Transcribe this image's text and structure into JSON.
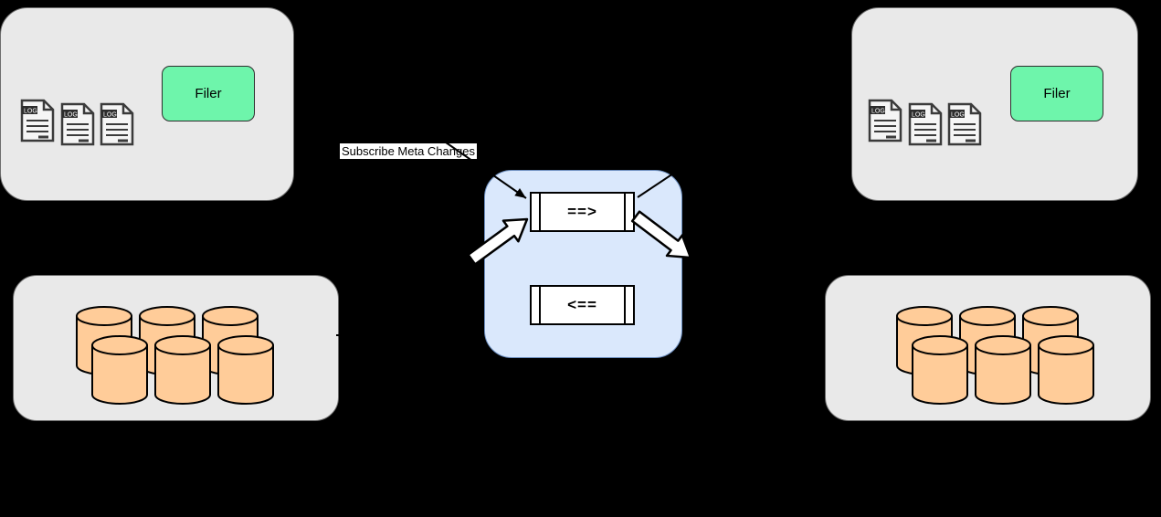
{
  "diagram": {
    "labels": {
      "filer": "Filer",
      "log": "LOG",
      "subscribe": "Subscribe Meta Changes",
      "queue_forward": "==>",
      "queue_backward": "<=="
    },
    "clusters": {
      "top_left": {
        "log_count": 3,
        "filer_label": "Filer"
      },
      "top_right": {
        "log_count": 3,
        "filer_label": "Filer"
      },
      "bottom_left": {
        "cylinder_count": 6
      },
      "bottom_right": {
        "cylinder_count": 6
      }
    },
    "colors": {
      "background": "#000000",
      "cluster_fill": "#e9e9e9",
      "cluster_border": "#6e6e6e",
      "filer_fill": "#6ef5ab",
      "panel_fill": "#dae8fc",
      "panel_border": "#6c8ebf",
      "queue_fill": "#ffffff",
      "cylinder_fill": "#ffcc99",
      "line": "#000000"
    }
  }
}
